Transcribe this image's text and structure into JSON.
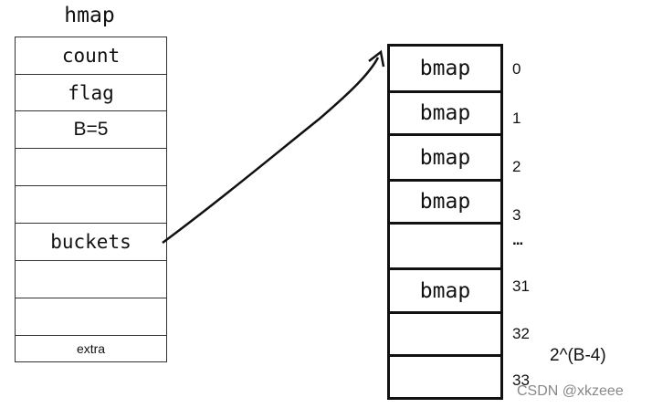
{
  "hmap": {
    "title": "hmap",
    "fields": [
      "count",
      "flag",
      "B=5",
      "",
      "",
      "buckets",
      "",
      "",
      "extra"
    ]
  },
  "buckets": {
    "slots": [
      {
        "label": "bmap",
        "index": "0"
      },
      {
        "label": "bmap",
        "index": "1"
      },
      {
        "label": "bmap",
        "index": "2"
      },
      {
        "label": "bmap",
        "index": "3"
      },
      {
        "label": "",
        "index": "..."
      },
      {
        "label": "bmap",
        "index": "31"
      },
      {
        "label": "",
        "index": "32"
      },
      {
        "label": "",
        "index": "33"
      }
    ],
    "overflow_formula": "2^(B-4)"
  },
  "watermark": "CSDN @xkzeee"
}
